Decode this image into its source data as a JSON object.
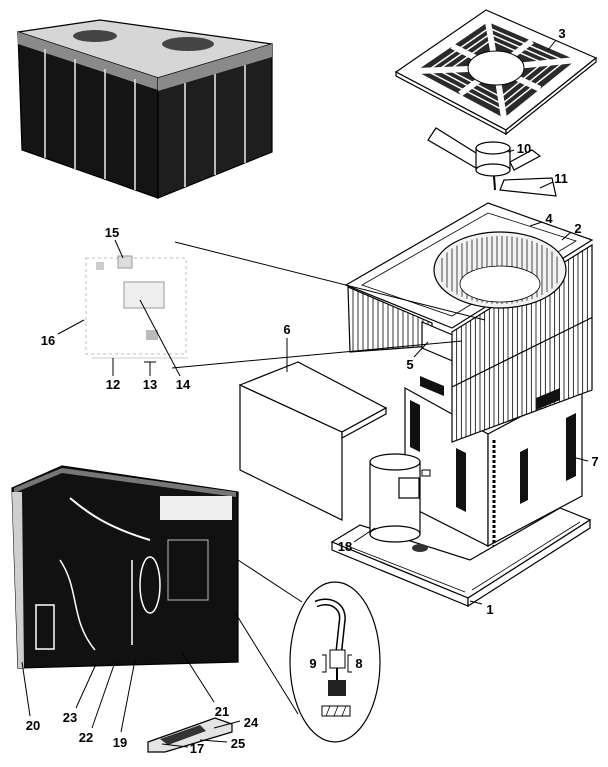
{
  "callouts": [
    "1",
    "2",
    "3",
    "4",
    "5",
    "6",
    "7",
    "8",
    "9",
    "10",
    "11",
    "12",
    "13",
    "14",
    "15",
    "16",
    "17",
    "18",
    "19",
    "20",
    "21",
    "22",
    "23",
    "24",
    "25"
  ],
  "colors": {
    "ink": "#000000",
    "paper": "#ffffff"
  }
}
